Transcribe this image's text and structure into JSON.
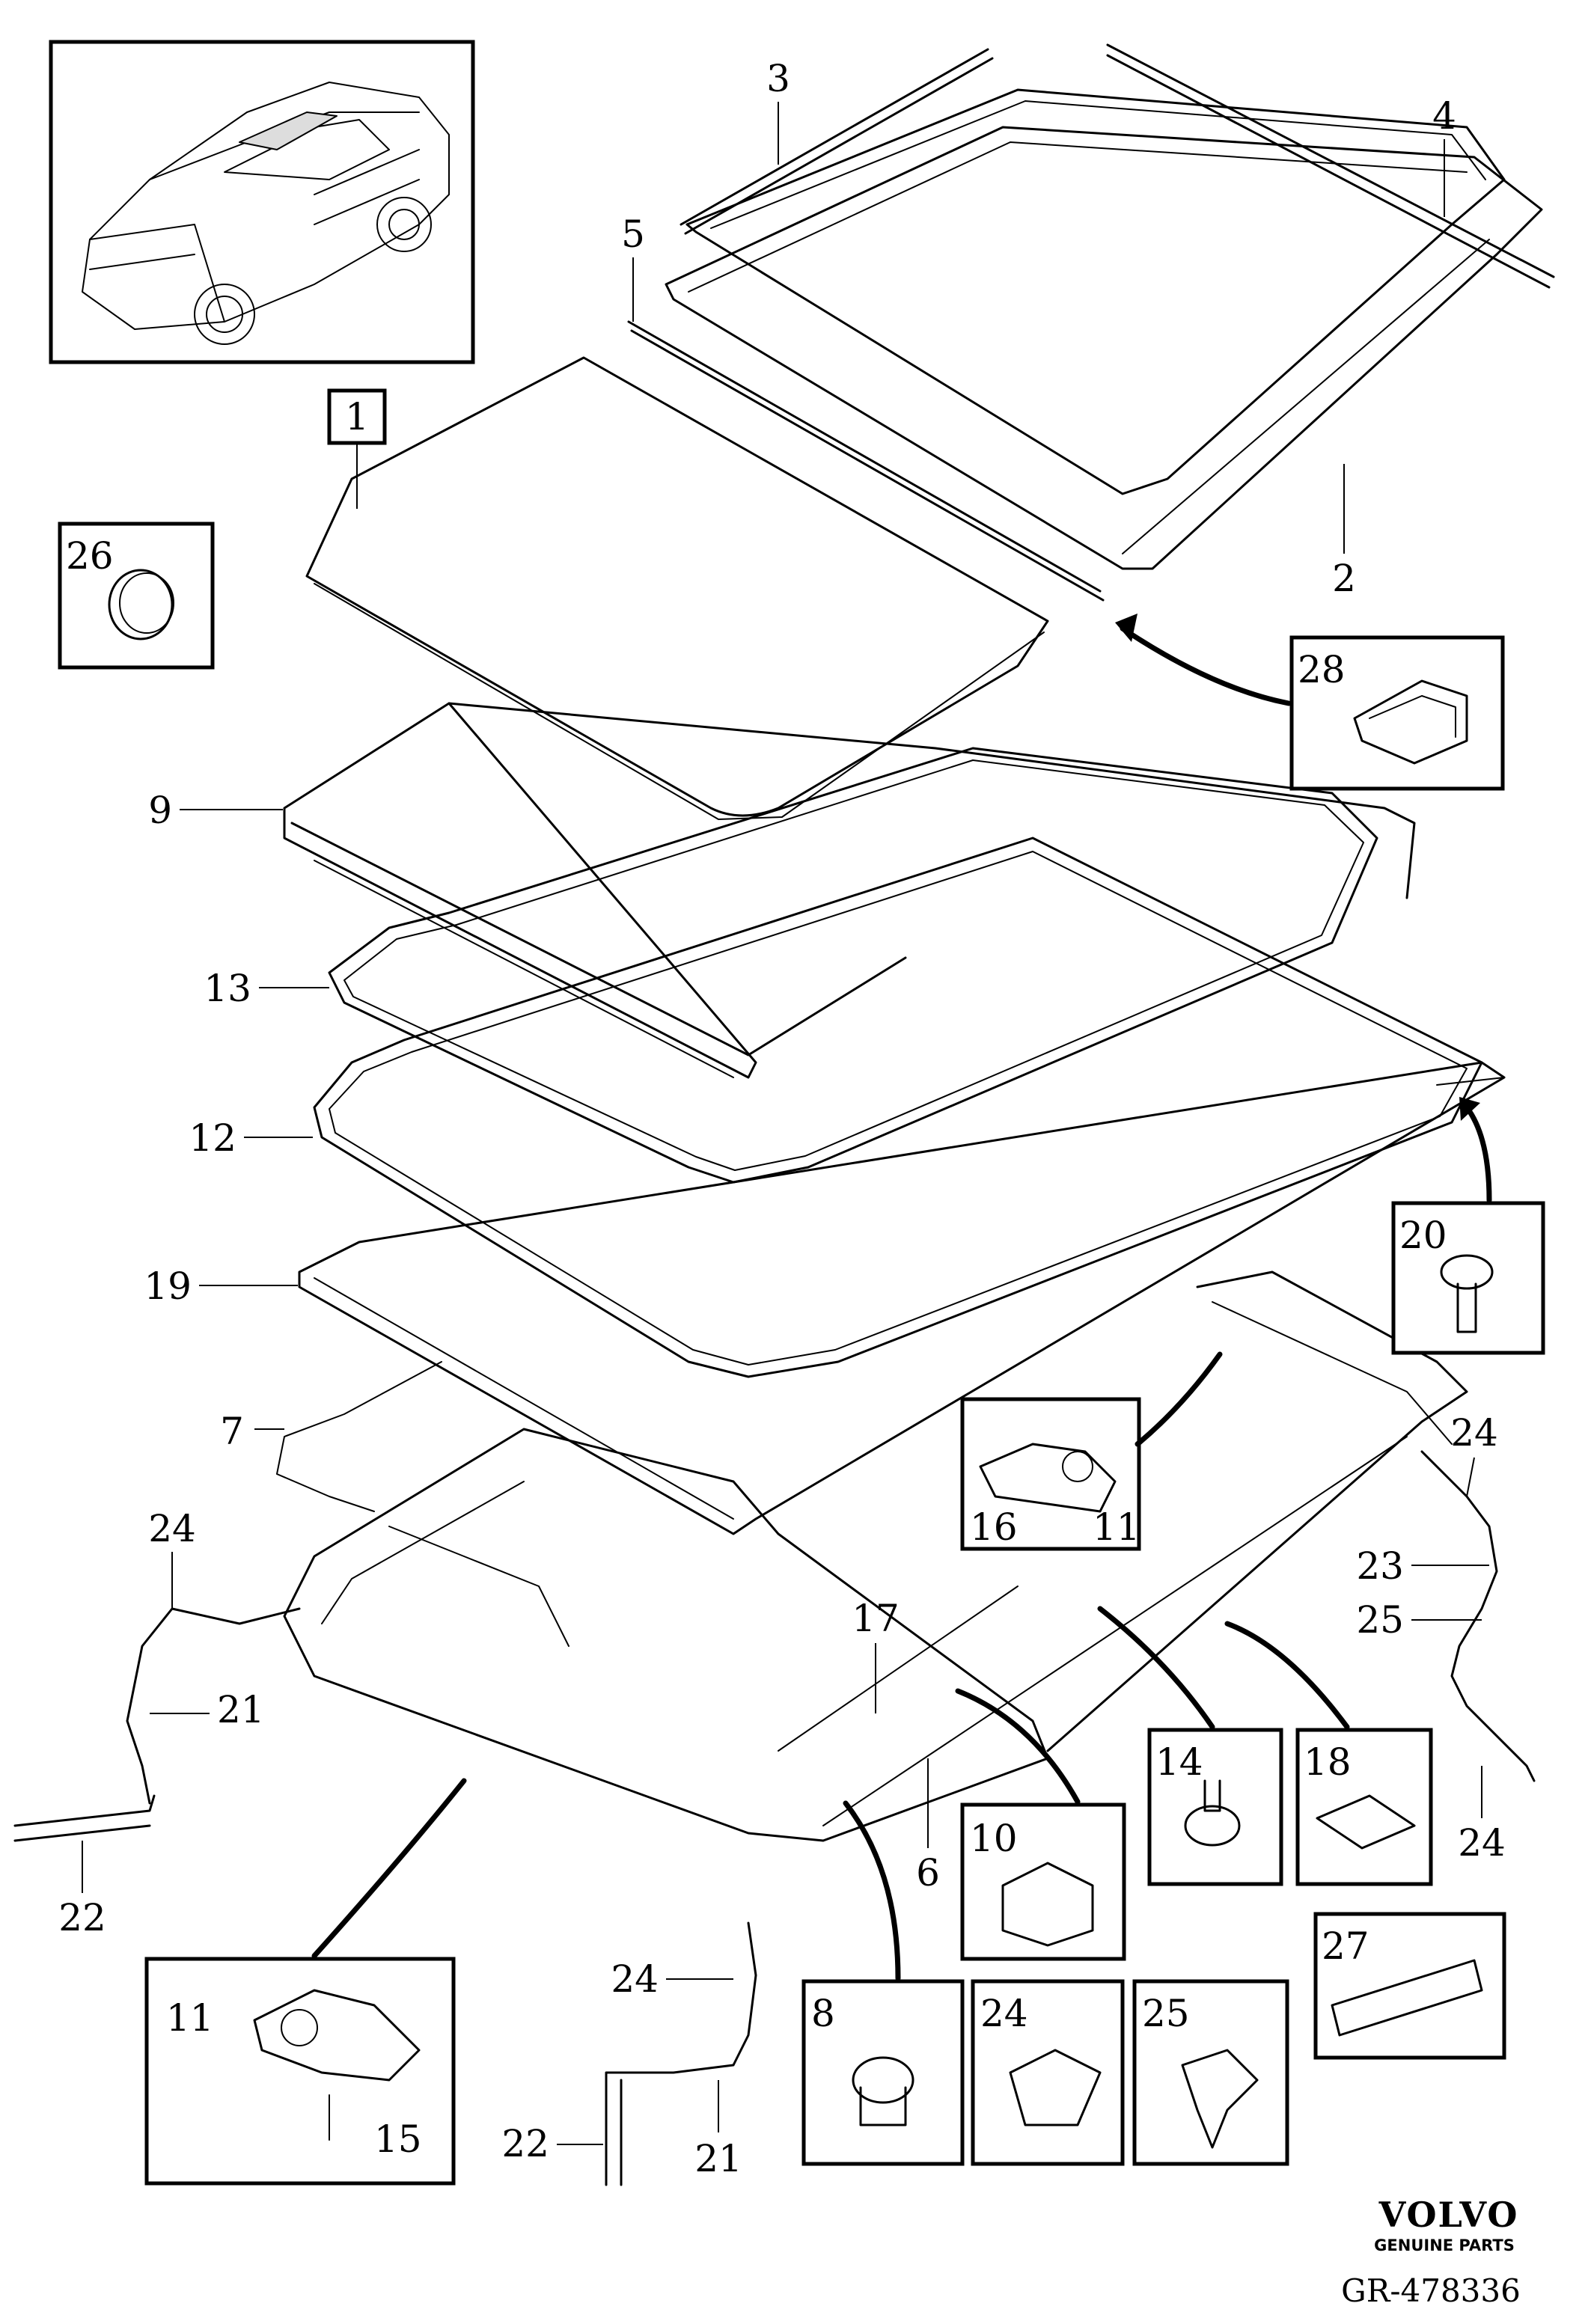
{
  "brand": {
    "name": "VOLVO",
    "tagline": "GENUINE PARTS"
  },
  "diagram_id": "GR-478336",
  "callouts": {
    "c1": "1",
    "c2": "2",
    "c3": "3",
    "c4": "4",
    "c5": "5",
    "c6": "6",
    "c7": "7",
    "c9": "9",
    "c12": "12",
    "c13": "13",
    "c17": "17",
    "c19": "19",
    "c21a": "21",
    "c21b": "21",
    "c22a": "22",
    "c22b": "22",
    "c23": "23",
    "c24a": "24",
    "c24b": "24",
    "c24c": "24",
    "c24d": "24",
    "c25": "25"
  },
  "insets": {
    "i26": "26",
    "i28": "28",
    "i20": "20",
    "i16": "16",
    "i11a": "11",
    "i14": "14",
    "i18": "18",
    "i10": "10",
    "i27": "27",
    "i11b": "11",
    "i15": "15",
    "i8": "8",
    "i24": "24",
    "i25": "25"
  },
  "colors": {
    "line": "#000000",
    "background": "#ffffff"
  }
}
